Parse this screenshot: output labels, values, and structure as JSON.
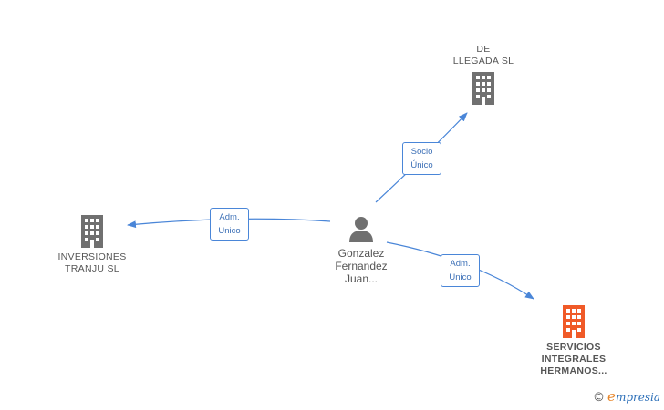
{
  "nodes": {
    "de_llegada": {
      "label": "DE\nLLEGADA  SL",
      "icon": "building-icon",
      "color": "#707070"
    },
    "inversiones": {
      "label": "INVERSIONES\nTRANJU  SL",
      "icon": "building-icon",
      "color": "#707070"
    },
    "person": {
      "label": "Gonzalez\nFernandez\nJuan...",
      "icon": "person-icon",
      "color": "#707070"
    },
    "servicios": {
      "label": "SERVICIOS\nINTEGRALES\nHERMANOS...",
      "icon": "building-icon",
      "color": "#f05a28"
    }
  },
  "edges": {
    "socio_unico": {
      "label": "Socio\nÚnico"
    },
    "adm_inversiones": {
      "label": "Adm.\nUnico"
    },
    "adm_servicios": {
      "label": "Adm.\nUnico"
    }
  },
  "brand": {
    "copyright": "©",
    "initial": "e",
    "rest": "mpresia"
  },
  "colors": {
    "edge": "#4a86d8"
  }
}
